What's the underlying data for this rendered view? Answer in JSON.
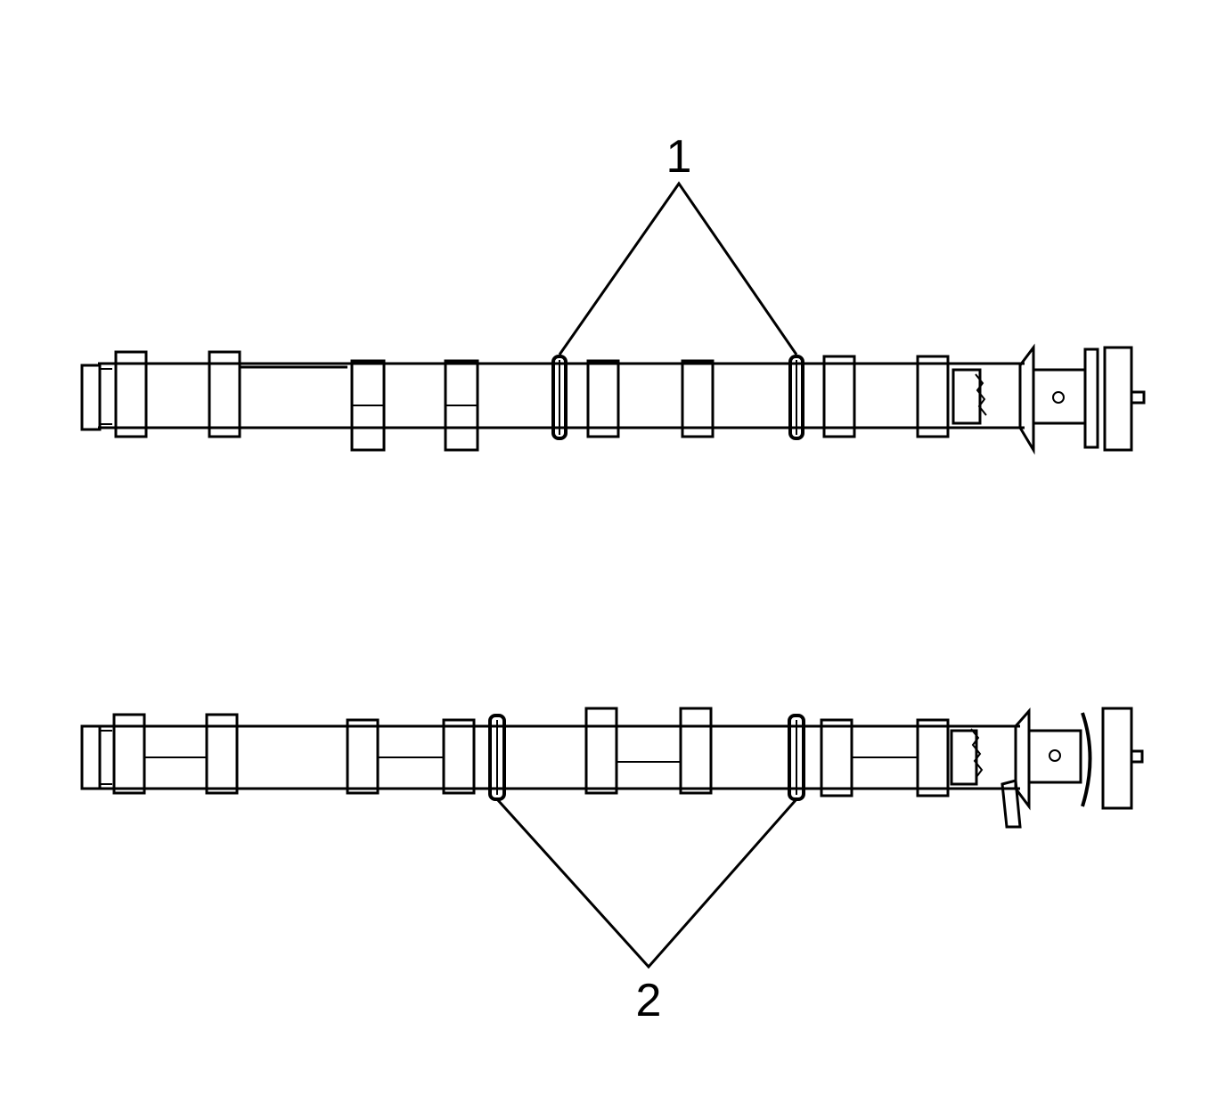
{
  "diagram": {
    "callouts": [
      {
        "id": "1",
        "text": "1"
      },
      {
        "id": "2",
        "text": "2"
      }
    ],
    "colors": {
      "line": "#000000",
      "background": "#ffffff"
    }
  }
}
